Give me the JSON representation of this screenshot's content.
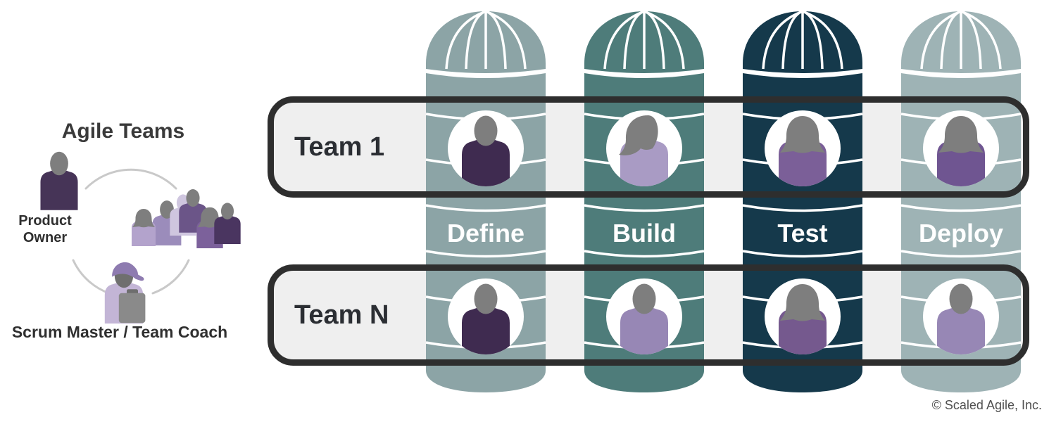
{
  "diagram": {
    "title": "Agile Teams",
    "product_owner_label": "Product Owner",
    "scrum_master_label": "Scrum Master / Team Coach",
    "copyright": "© Scaled Agile, Inc."
  },
  "colors": {
    "band_fill": "#EFEFEF",
    "band_border": "#2E2E2E",
    "head_gray": "#7E7E7E",
    "arc_gray": "#C9C9C9",
    "po_body": "#463457",
    "sm_body": "#C3B5D6",
    "sm_cap": "#8E7BB0",
    "sm_head": "#6F6F6F",
    "clipboard": "#8A8A8A",
    "clipboard_clip": "#6E6E6E",
    "ghost": "#CFC6DF",
    "silo_label_text": "#FFFFFF",
    "team_label_text": "#2B2E33"
  },
  "silos": [
    {
      "id": "define",
      "label": "Define",
      "color": "#8CA4A6"
    },
    {
      "id": "build",
      "label": "Build",
      "color": "#4E7C7A"
    },
    {
      "id": "test",
      "label": "Test",
      "color": "#15394B"
    },
    {
      "id": "deploy",
      "label": "Deploy",
      "color": "#9EB3B5"
    }
  ],
  "teams": [
    {
      "label": "Team 1",
      "members": [
        {
          "head": "#p-head-male",
          "body": "#3F2B50"
        },
        {
          "head": "#p-head-bob",
          "body": "#A99BC4"
        },
        {
          "head": "#p-head-fem",
          "body": "#7B5F98"
        },
        {
          "head": "#p-head-fem",
          "body": "#6F5591"
        }
      ]
    },
    {
      "label": "Team N",
      "members": [
        {
          "head": "#p-head-male",
          "body": "#3F2B50"
        },
        {
          "head": "#p-head-male",
          "body": "#9787B5"
        },
        {
          "head": "#p-head-fem",
          "body": "#75598E"
        },
        {
          "head": "#p-head-male",
          "body": "#9787B5"
        }
      ]
    }
  ],
  "cluster": [
    {
      "head": "#p-head-male",
      "body": "#9B8CBB"
    },
    {
      "head": "#p-head-fem",
      "body": "#B3A3CC"
    },
    {
      "head": "#p-head-male",
      "body": "#CFC6DF"
    },
    {
      "head": "#p-head-male",
      "body": "#6B5588"
    },
    {
      "head": "#p-head-fem",
      "body": "#7C619B"
    },
    {
      "head": "#p-head-male",
      "body": "#4A3560"
    }
  ]
}
